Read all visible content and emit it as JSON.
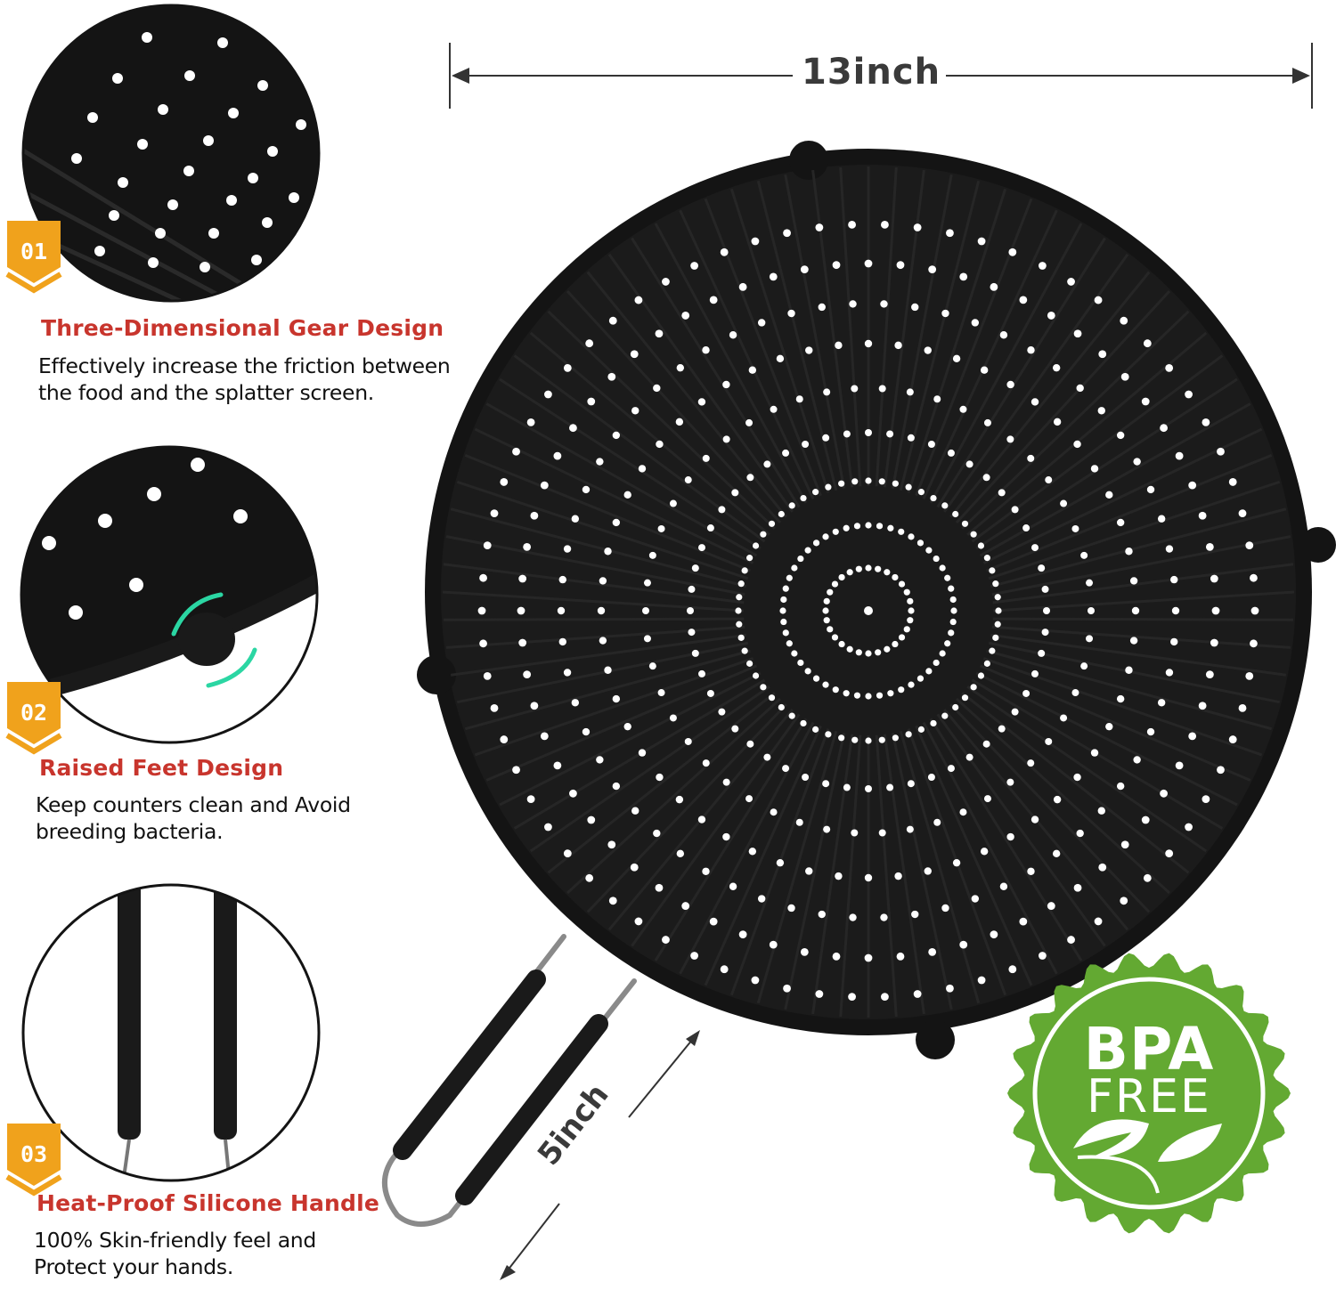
{
  "dimensions": {
    "width_label": "13inch",
    "handle_label": "5inch"
  },
  "features": [
    {
      "number": "01",
      "title": "Three-Dimensional Gear Design",
      "description": "Effectively increase the friction between the food and the splatter screen."
    },
    {
      "number": "02",
      "title": "Raised Feet Design",
      "description": "Keep counters clean and Avoid breeding bacteria."
    },
    {
      "number": "03",
      "title": "Heat-Proof Silicone Handle",
      "description": "100% Skin-friendly feel and Protect your hands."
    }
  ],
  "seal": {
    "line1": "BPA",
    "line2": "FREE"
  },
  "icons": [
    "splatter-screen-icon",
    "handle-icon",
    "leaf-icon",
    "seal-icon"
  ],
  "colors": {
    "title_red": "#c8352d",
    "badge_orange": "#f0a21c",
    "seal_green": "#63a932",
    "silicone_black": "#141414",
    "accent_teal": "#2bd6a3"
  }
}
